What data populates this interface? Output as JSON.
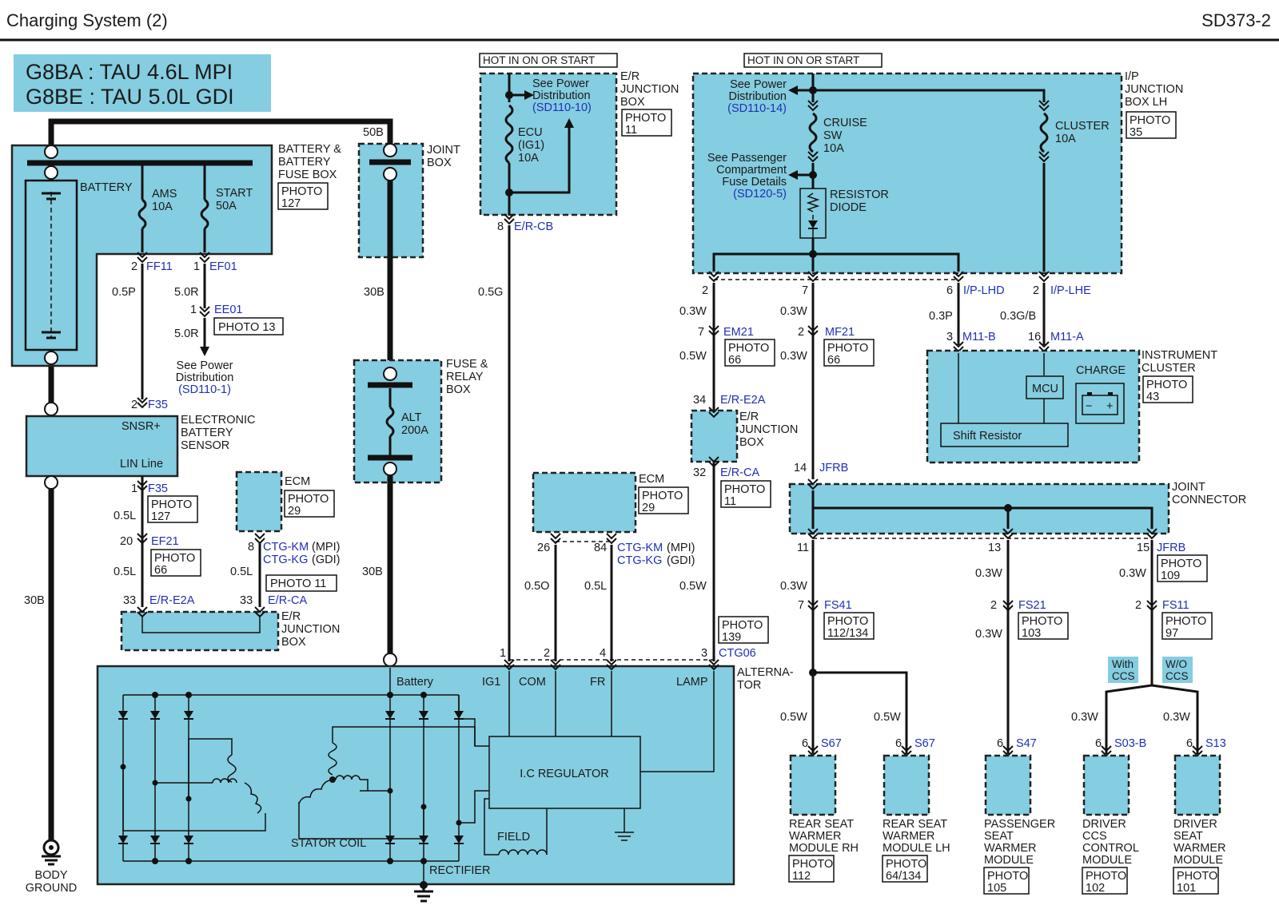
{
  "header": {
    "title": "Charging System (2)",
    "code": "SD373-2"
  },
  "engine": {
    "line1": "G8BA : TAU 4.6L MPI",
    "line2": "G8BE : TAU 5.0L GDI"
  },
  "hot_labels": {
    "a": "HOT IN ON OR START",
    "b": "HOT IN ON OR START"
  },
  "battery_box": {
    "name1": "BATTERY &",
    "name2": "BATTERY",
    "name3": "FUSE BOX",
    "photo": "PHOTO",
    "photo_num": "127",
    "battery": "BATTERY",
    "fuse1_name": "AMS",
    "fuse1_rating": "10A",
    "fuse2_name": "START",
    "fuse2_rating": "50A"
  },
  "pins": {
    "ff11_num": "2",
    "ff11": "FF11",
    "ef01_num": "1",
    "ef01": "EF01",
    "wire_05p": "0.5P",
    "wire_50r_a": "5.0R",
    "ee01_num": "1",
    "ee01": "EE01",
    "photo13": "PHOTO 13",
    "wire_50r_b": "5.0R",
    "see_power": "See Power",
    "distribution": "Distribution",
    "sd110_1": "(SD110-1)",
    "f35_num": "2",
    "f35": "F35"
  },
  "ebs": {
    "line1": "ELECTRONIC",
    "line2": "BATTERY",
    "line3": "SENSOR",
    "snsr": "SNSR+",
    "lin": "LIN Line"
  },
  "left_lower": {
    "f35b_num": "1",
    "f35b": "F35",
    "photo": "PHOTO",
    "photo_num": "127",
    "wire1": "0.5L",
    "ef21_num": "20",
    "ef21": "EF21",
    "photo2": "PHOTO",
    "photo2_num": "66",
    "wire2": "0.5L",
    "pin33a": "33",
    "e2a": "E/R-E2A",
    "pin33b": "33",
    "erca": "E/R-CA",
    "jbox1": "E/R",
    "jbox2": "JUNCTION",
    "jbox3": "BOX",
    "wire_30b": "30B",
    "body1": "BODY",
    "body2": "GROUND"
  },
  "ecm_small": {
    "name": "ECM",
    "photo": "PHOTO",
    "photo_num": "29",
    "pin": "8",
    "ctg_km": "CTG-KM",
    "mpi": "(MPI)",
    "ctg_kg": "CTG-KG",
    "gdi": "(GDI)",
    "wire": "0.5L",
    "photo11": "PHOTO 11"
  },
  "joint_box": {
    "top_label": "50B",
    "name1": "JOINT",
    "name2": "BOX",
    "wire": "30B"
  },
  "fuse_relay": {
    "name1": "FUSE &",
    "name2": "RELAY",
    "name3": "BOX",
    "fuse": "ALT",
    "rating": "200A",
    "wire": "30B"
  },
  "er_junction_top": {
    "see_power": "See Power",
    "distribution": "Distribution",
    "ref": "(SD110-10)",
    "fuse": "ECU",
    "fuse2": "(IG1)",
    "rating": "10A",
    "name1": "E/R",
    "name2": "JUNCTION",
    "name3": "BOX",
    "photo": "PHOTO",
    "photo_num": "11",
    "pin": "8",
    "connector": "E/R-CB",
    "wire": "0.5G"
  },
  "ecm_mid": {
    "name": "ECM",
    "photo": "PHOTO",
    "photo_num": "29",
    "pin26": "26",
    "pin84": "84",
    "ctg_km": "CTG-KM",
    "mpi": "(MPI)",
    "ctg_kg": "CTG-KG",
    "gdi": "(GDI)",
    "wire_05o": "0.5O",
    "wire_05l": "0.5L",
    "wire_05w": "0.5W"
  },
  "ip_junction": {
    "see_power": "See Power",
    "distribution": "Distribution",
    "ref": "(SD110-14)",
    "cruise": "CRUISE",
    "sw": "SW",
    "cruise_rating": "10A",
    "cluster": "CLUSTER",
    "cluster_rating": "10A",
    "see_pass": "See Passenger",
    "compartment": "Compartment",
    "fuse_details": "Fuse Details",
    "ref2": "(SD120-5)",
    "resistor": "RESISTOR",
    "diode": "DIODE",
    "name1": "I/P",
    "name2": "JUNCTION",
    "name3": "BOX LH",
    "photo": "PHOTO",
    "photo_num": "35"
  },
  "ip_pins": {
    "p2": "2",
    "p7": "7",
    "p6": "6",
    "lhd": "I/P-LHD",
    "p2b": "2",
    "lhe": "I/P-LHE",
    "w03w_a": "0.3W",
    "w03w_b": "0.3W",
    "w03p": "0.3P",
    "w03gb": "0.3G/B",
    "em21_num": "7",
    "em21": "EM21",
    "em_photo": "PHOTO",
    "em_photo_num": "66",
    "mf21_num": "2",
    "mf21": "MF21",
    "mf_photo": "PHOTO",
    "mf_photo_num": "66",
    "w05w": "0.5W",
    "w03w_c": "0.3W",
    "m11b_num": "3",
    "m11b": "M11-B",
    "m11a_num": "16",
    "m11a": "M11-A"
  },
  "cluster": {
    "name1": "INSTRUMENT",
    "name2": "CLUSTER",
    "photo": "PHOTO",
    "photo_num": "43",
    "mcu": "MCU",
    "charge": "CHARGE",
    "shift": "Shift Resistor",
    "minus": "−",
    "plus": "+"
  },
  "er_junction_mid": {
    "pin34": "34",
    "e2a": "E/R-E2A",
    "name1": "E/R",
    "name2": "JUNCTION",
    "name3": "BOX",
    "pin32": "32",
    "ca": "E/R-CA",
    "photo": "PHOTO",
    "photo_num": "11",
    "wire": "0.5W"
  },
  "joint_connector": {
    "pin14": "14",
    "jfrb": "JFRB",
    "name1": "JOINT",
    "name2": "CONNECTOR",
    "pin11": "11",
    "pin13": "13",
    "pin15": "15",
    "jfrb2": "JFRB",
    "photo": "PHOTO",
    "photo_num": "109"
  },
  "seat_wires": {
    "w1": "0.3W",
    "w2": "0.3W",
    "w3": "0.3W",
    "fs41_num": "7",
    "fs41": "FS41",
    "fs41_photo": "PHOTO",
    "fs41_photo_num": "112/134",
    "fs21_num": "2",
    "fs21": "FS21",
    "fs21_photo": "PHOTO",
    "fs21_photo_num": "103",
    "fs11_num": "2",
    "fs11": "FS11",
    "fs11_photo": "PHOTO",
    "fs11_photo_num": "97",
    "w4": "0.3W",
    "with_ccs1": "With",
    "with_ccs2": "CCS",
    "wo_ccs1": "W/O",
    "wo_ccs2": "CCS",
    "w05w_a": "0.5W",
    "w05w_b": "0.5W",
    "w03w_d": "0.3W",
    "w03w_e": "0.3W"
  },
  "modules": [
    {
      "pin": "6",
      "conn": "S67",
      "l1": "REAR SEAT",
      "l2": "WARMER",
      "l3": "MODULE RH",
      "l4": "",
      "photo": "PHOTO",
      "photo_num": "112"
    },
    {
      "pin": "6",
      "conn": "S67",
      "l1": "REAR SEAT",
      "l2": "WARMER",
      "l3": "MODULE LH",
      "l4": "",
      "photo": "PHOTO",
      "photo_num": "64/134"
    },
    {
      "pin": "6",
      "conn": "S47",
      "l1": "PASSENGER",
      "l2": "SEAT",
      "l3": "WARMER",
      "l4": "MODULE",
      "photo": "PHOTO",
      "photo_num": "105"
    },
    {
      "pin": "6",
      "conn": "S03-B",
      "l1": "DRIVER",
      "l2": "CCS",
      "l3": "CONTROL",
      "l4": "MODULE",
      "photo": "PHOTO",
      "photo_num": "102"
    },
    {
      "pin": "6",
      "conn": "S13",
      "l1": "DRIVER",
      "l2": "SEAT",
      "l3": "WARMER",
      "l4": "MODULE",
      "photo": "PHOTO",
      "photo_num": "101"
    }
  ],
  "alternator": {
    "name1": "ALTERNA-",
    "name2": "TOR",
    "pin1": "1",
    "pin2": "2",
    "pin4": "4",
    "pin3": "3",
    "ctg06": "CTG06",
    "photo": "PHOTO",
    "photo_num": "139",
    "battery": "Battery",
    "ig1": "IG1",
    "com": "COM",
    "fr": "FR",
    "lamp": "LAMP",
    "regulator": "I.C REGULATOR",
    "stator": "STATOR  COIL",
    "field": "FIELD",
    "rectifier": "RECTIFIER"
  }
}
